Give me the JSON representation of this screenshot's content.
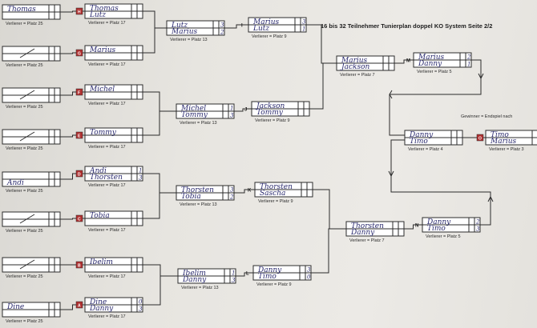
{
  "title": "16 bis 32 Teilnehmer Tunierplan doppel KO System Seite 2/2",
  "final_caption": "Gewinner = Endspiel nach",
  "matches": [
    {
      "id": "r0-0",
      "label": "",
      "p1": "Thomas",
      "p2": "",
      "s1": "",
      "s2": "",
      "caption": "Verlierer = Platz  25"
    },
    {
      "id": "r0-1",
      "label": "",
      "p1": "",
      "p2": "",
      "s1": "",
      "s2": "",
      "caption": "Verlierer = Platz  25"
    },
    {
      "id": "r0-2",
      "label": "",
      "p1": "",
      "p2": "",
      "s1": "",
      "s2": "",
      "caption": "Verlierer = Platz  25"
    },
    {
      "id": "r0-3",
      "label": "",
      "p1": "",
      "p2": "",
      "s1": "",
      "s2": "",
      "caption": "Verlierer = Platz  25"
    },
    {
      "id": "r0-4",
      "label": "",
      "p1": "",
      "p2": "Andi",
      "s1": "",
      "s2": "",
      "caption": "Verlierer = Platz  25"
    },
    {
      "id": "r0-5",
      "label": "",
      "p1": "",
      "p2": "",
      "s1": "",
      "s2": "",
      "caption": "Verlierer = Platz  25"
    },
    {
      "id": "r0-6",
      "label": "",
      "p1": "",
      "p2": "",
      "s1": "",
      "s2": "",
      "caption": "Verlierer = Platz  25"
    },
    {
      "id": "r0-7",
      "label": "",
      "p1": "Dine",
      "p2": "",
      "s1": "",
      "s2": "",
      "caption": "Verlierer = Platz  25"
    },
    {
      "id": "r1-0",
      "label": "H",
      "p1": "Thomas",
      "p2": "Lutz",
      "s1": "",
      "s2": "",
      "caption": "Verlierer = Platz  17"
    },
    {
      "id": "r1-1",
      "label": "G",
      "p1": "Marius",
      "p2": "",
      "s1": "",
      "s2": "",
      "caption": "Verlierer = Platz  17"
    },
    {
      "id": "r1-2",
      "label": "F",
      "p1": "Michel",
      "p2": "",
      "s1": "",
      "s2": "",
      "caption": "Verlierer = Platz  17"
    },
    {
      "id": "r1-3",
      "label": "E",
      "p1": "Tommy",
      "p2": "",
      "s1": "",
      "s2": "",
      "caption": "Verlierer = Platz  17"
    },
    {
      "id": "r1-4",
      "label": "D",
      "p1": "Andi",
      "p2": "Thorsten",
      "s1": "1",
      "s2": "3",
      "caption": "Verlierer = Platz  17"
    },
    {
      "id": "r1-5",
      "label": "C",
      "p1": "Tobia",
      "p2": "",
      "s1": "",
      "s2": "",
      "caption": "Verlierer = Platz  17"
    },
    {
      "id": "r1-6",
      "label": "B",
      "p1": "Ibelim",
      "p2": "",
      "s1": "",
      "s2": "",
      "caption": "Verlierer = Platz  17"
    },
    {
      "id": "r1-7",
      "label": "A",
      "p1": "Dine",
      "p2": "Danny",
      "s1": "0",
      "s2": "3",
      "caption": "Verlierer = Platz  17"
    },
    {
      "id": "r2-0",
      "label": "",
      "p1": "Lutz",
      "p2": "Marius",
      "s1": "3",
      "s2": "2",
      "caption": "Verlierer = Platz  13"
    },
    {
      "id": "r2-1",
      "label": "",
      "p1": "Michel",
      "p2": "Tommy",
      "s1": "1",
      "s2": "3",
      "caption": "Verlierer = Platz  13"
    },
    {
      "id": "r2-2",
      "label": "",
      "p1": "Thorsten",
      "p2": "Tobia",
      "s1": "3",
      "s2": "2",
      "caption": "Verlierer = Platz  13"
    },
    {
      "id": "r2-3",
      "label": "",
      "p1": "Ibelim",
      "p2": "Danny",
      "s1": "1",
      "s2": "3",
      "caption": "Verlierer = Platz  13"
    },
    {
      "id": "r3-0",
      "label": "I",
      "p1": "Marius",
      "p2": "Lutz",
      "s1": "3",
      "s2": "1",
      "caption": "Verlierer = Platz  9"
    },
    {
      "id": "r3-1",
      "label": "J",
      "p1": "Jackson",
      "p2": "Tommy",
      "s1": "",
      "s2": "",
      "caption": "Verlierer = Platz  9"
    },
    {
      "id": "r3-2",
      "label": "K",
      "p1": "Thorsten",
      "p2": "Sascha",
      "s1": "",
      "s2": "",
      "caption": "Verlierer = Platz  9"
    },
    {
      "id": "r3-3",
      "label": "L",
      "p1": "Danny",
      "p2": "Timo",
      "s1": "3",
      "s2": "0",
      "caption": "Verlierer = Platz  9"
    },
    {
      "id": "r4-0",
      "label": "",
      "p1": "Marius",
      "p2": "Jackson",
      "s1": "",
      "s2": "",
      "caption": "Verlierer = Platz  7"
    },
    {
      "id": "r4-1",
      "label": "",
      "p1": "Thorsten",
      "p2": "Danny",
      "s1": "",
      "s2": "",
      "caption": "Verlierer = Platz  7"
    },
    {
      "id": "r5-0",
      "label": "M",
      "p1": "Marius",
      "p2": "Danny",
      "s1": "2",
      "s2": "1",
      "caption": "Verlierer = Platz  5"
    },
    {
      "id": "r5-1",
      "label": "N",
      "p1": "Danny",
      "p2": "Timo",
      "s1": "2",
      "s2": "3",
      "caption": "Verlierer = Platz  5"
    },
    {
      "id": "r6-0",
      "label": "",
      "p1": "Danny",
      "p2": "Timo",
      "s1": "",
      "s2": "",
      "caption": "Verlierer = Platz  4"
    },
    {
      "id": "r7-0",
      "label": "O",
      "p1": "Timo",
      "p2": "Marius",
      "s1": "",
      "s2": "",
      "caption": "Verlierer = Platz  3"
    }
  ]
}
